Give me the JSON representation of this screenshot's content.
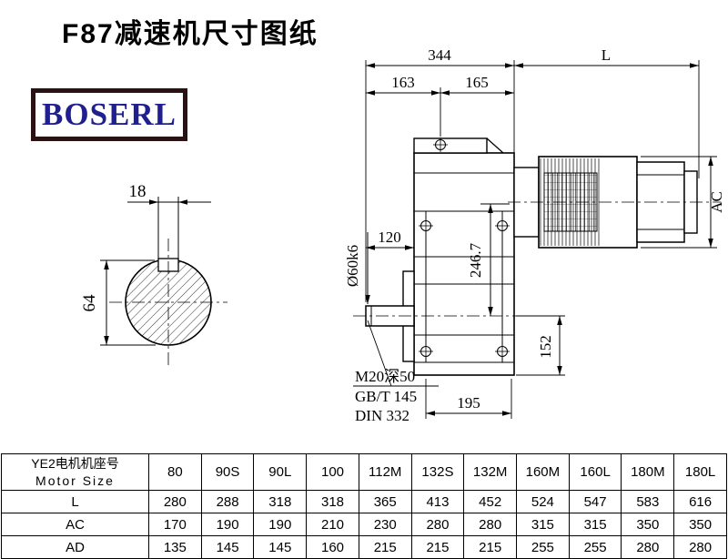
{
  "page": {
    "title": "F87减速机尺寸图纸",
    "logo_text": "BOSERL"
  },
  "drawing": {
    "dims": {
      "d344": "344",
      "dL": "L",
      "d163": "163",
      "d165": "165",
      "d120": "120",
      "dia": "Ø60k6",
      "d2467": "246.7",
      "dAC": "AC",
      "d152": "152",
      "d195": "195",
      "d18": "18",
      "d64": "64"
    },
    "notes": {
      "tap": "M20深50",
      "std1": "GB/T 145",
      "std2": "DIN 332"
    }
  },
  "table": {
    "header_cn": "YE2电机机座号",
    "header_en": "Motor Size",
    "sizes": [
      "80",
      "90S",
      "90L",
      "100",
      "112M",
      "132S",
      "132M",
      "160M",
      "160L",
      "180M",
      "180L"
    ],
    "rows": [
      {
        "label": "L",
        "values": [
          "280",
          "288",
          "318",
          "318",
          "365",
          "413",
          "452",
          "524",
          "547",
          "583",
          "616"
        ]
      },
      {
        "label": "AC",
        "values": [
          "170",
          "190",
          "190",
          "210",
          "230",
          "280",
          "280",
          "315",
          "315",
          "350",
          "350"
        ]
      },
      {
        "label": "AD",
        "values": [
          "135",
          "145",
          "145",
          "160",
          "215",
          "215",
          "215",
          "255",
          "255",
          "280",
          "280"
        ]
      }
    ]
  }
}
